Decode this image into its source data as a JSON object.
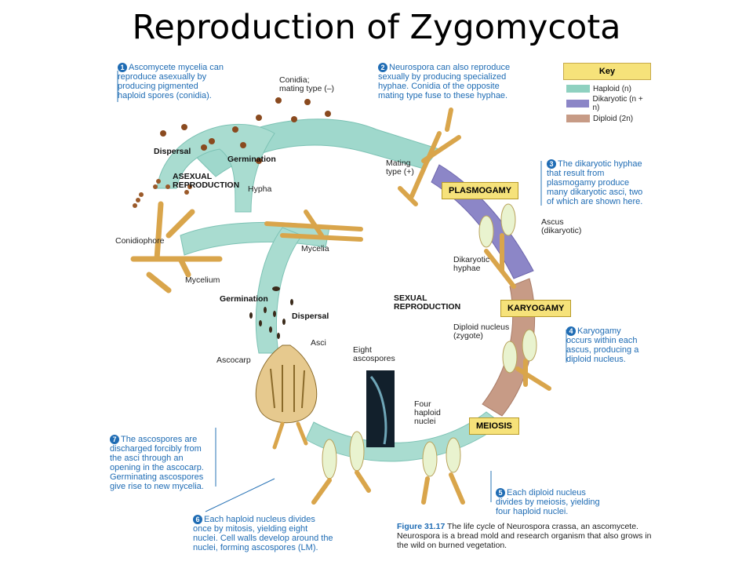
{
  "title": "Reproduction of Zygomycota",
  "key": {
    "heading": "Key",
    "items": [
      {
        "label": "Haploid (n)",
        "color": "#8fd1c0"
      },
      {
        "label": "Dikaryotic (n + n)",
        "color": "#8c86c7"
      },
      {
        "label": "Diploid (2n)",
        "color": "#c79b86"
      }
    ]
  },
  "steps": [
    {
      "num": "1",
      "text": "Ascomycete mycelia can reproduce asexually by producing pigmented haploid spores (conidia)."
    },
    {
      "num": "2",
      "text": "Neurospora can also reproduce sexually by producing specialized hyphae. Conidia of the opposite mating type fuse to these hyphae."
    },
    {
      "num": "3",
      "text": "The dikaryotic hyphae that result from plasmogamy produce many dikaryotic asci, two of which are shown here."
    },
    {
      "num": "4",
      "text": "Karyogamy occurs within each ascus, producing a diploid nucleus."
    },
    {
      "num": "5",
      "text": "Each diploid nucleus divides by meiosis, yielding four haploid nuclei."
    },
    {
      "num": "6",
      "text": "Each haploid nucleus divides once by mitosis, yielding eight nuclei. Cell walls develop around the nuclei, forming ascospores (LM)."
    },
    {
      "num": "7",
      "text": "The ascospores are discharged forcibly from the asci through an opening in the ascocarp. Germinating ascospores give rise to new mycelia."
    }
  ],
  "stages": {
    "plasmogamy": "PLASMOGAMY",
    "karyogamy": "KARYOGAMY",
    "meiosis": "MEIOSIS"
  },
  "labels": {
    "conidia": "Conidia;",
    "conidia2": "mating type (–)",
    "dispersal_top": "Dispersal",
    "germination_top": "Germination",
    "asexual1": "ASEXUAL",
    "asexual2": "REPRODUCTION",
    "hypha": "Hypha",
    "conidiophore": "Conidiophore",
    "mycelium": "Mycelium",
    "mycelia": "Mycelia",
    "mating1": "Mating",
    "mating2": "type (+)",
    "ascus1": "Ascus",
    "ascus2": "(dikaryotic)",
    "dikaryotic1": "Dikaryotic",
    "dikaryotic2": "hyphae",
    "sexual1": "SEXUAL",
    "sexual2": "REPRODUCTION",
    "germination_mid": "Germination",
    "dispersal_mid": "Dispersal",
    "asci": "Asci",
    "ascocarp": "Ascocarp",
    "eight1": "Eight",
    "eight2": "ascospores",
    "diploid1": "Diploid nucleus",
    "diploid2": "(zygote)",
    "four1": "Four",
    "four2": "haploid",
    "four3": "nuclei"
  },
  "caption": {
    "figure": "Figure 31.17",
    "text": "The life cycle of Neurospora crassa, an ascomycete. Neurospora is a bread mold and research organism that also grows in the wild on burned vegetation."
  }
}
